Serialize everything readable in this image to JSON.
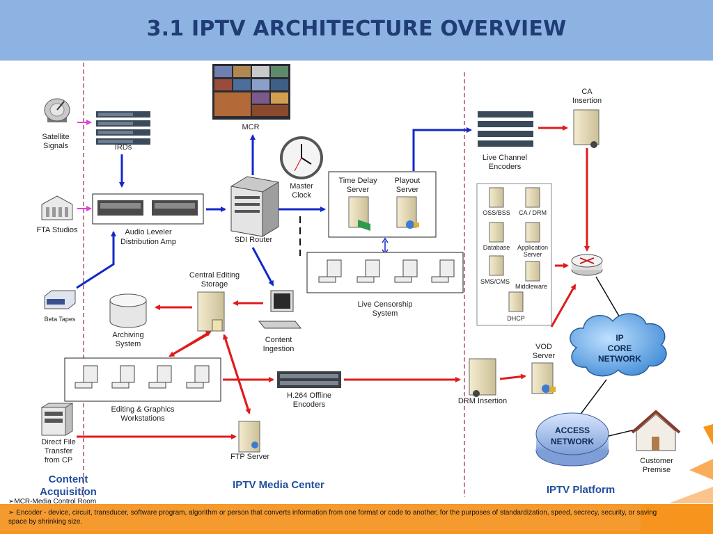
{
  "title": "3.1 IPTV ARCHITECTURE OVERVIEW",
  "zones": {
    "content_acquisition": [
      "Content",
      "Acquisition"
    ],
    "media_center": "IPTV Media Center",
    "platform": "IPTV Platform"
  },
  "nodes": {
    "satellite": [
      "Satellite",
      "Signals"
    ],
    "irds": "IRDs",
    "fta": "FTA Studios",
    "beta": "Beta Tapes",
    "direct_file": [
      "Direct File",
      "Transfer",
      "from CP"
    ],
    "audio_leveler": [
      "Audio Leveler",
      "Distribution Amp"
    ],
    "mcr": "MCR",
    "master_clock": [
      "Master",
      "Clock"
    ],
    "sdi_router": "SDI Router",
    "time_delay": [
      "Time Delay",
      "Server"
    ],
    "playout": [
      "Playout",
      "Server"
    ],
    "live_censorship": [
      "Live Censorship",
      "System"
    ],
    "central_editing": [
      "Central Editing",
      "Storage"
    ],
    "archiving": [
      "Archiving",
      "System"
    ],
    "content_ingestion": [
      "Content",
      "Ingestion"
    ],
    "editing_graphics": [
      "Editing & Graphics",
      "Workstations"
    ],
    "h264": [
      "H.264 Offline",
      "Encoders"
    ],
    "ftp": "FTP Server",
    "live_channel": [
      "Live Channel",
      "Encoders"
    ],
    "ca_insertion": [
      "CA",
      "Insertion"
    ],
    "oss_bss": "OSS/BSS",
    "ca_drm": "CA / DRM",
    "database": "Database",
    "application_server": [
      "Application",
      "Server"
    ],
    "sms_cms": "SMS/CMS",
    "middleware": "Middleware",
    "dhcp": "DHCP",
    "vod_server": [
      "VOD",
      "Server"
    ],
    "drm_insertion": "DRM Insertion",
    "ip_core": [
      "IP",
      "CORE",
      "NETWORK"
    ],
    "access_network": [
      "ACCESS",
      "NETWORK"
    ],
    "customer_premise": [
      "Customer",
      "Premise"
    ]
  },
  "notes": {
    "mcr": "➢MCR-Media Control Room",
    "encoder": "➢ Encoder - device, circuit, transducer, software program, algorithm or person that converts information from one format or code to another, for the purposes of standardization, speed, secrecy, security, or saving space by shrinking size."
  },
  "colors": {
    "header": "#8db3e2",
    "title": "#1f3c74",
    "blue_arrow": "#1228c8",
    "red_arrow": "#e01b1b",
    "magenta_arrow": "#e040e0",
    "footer": "#f7941d"
  }
}
